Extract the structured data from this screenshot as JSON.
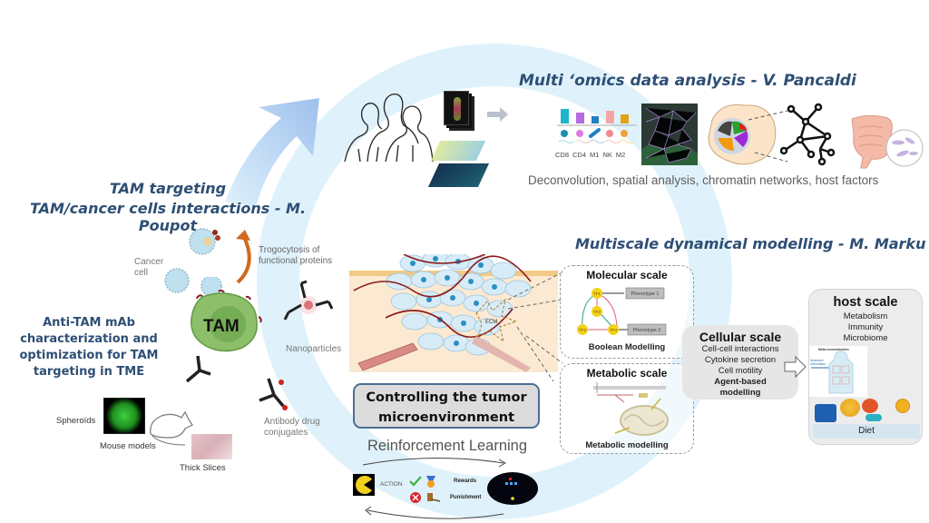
{
  "colors": {
    "title": "#2e4f74",
    "arc": "#dff2fb",
    "arrow": "#a8c7ee",
    "tam_green": "#7fb25a",
    "box_gray": "#e6e6e6"
  },
  "omics": {
    "title": "Multi ‘omics data analysis - V. Pancaldi",
    "cell_types": [
      "CD8",
      "CD4",
      "M1",
      "NK",
      "M2"
    ],
    "caption": "Deconvolution, spatial analysis, chromatin networks, host factors"
  },
  "tam": {
    "title_line1": "TAM targeting",
    "title_line2": "TAM/cancer cells interactions - M. Poupot",
    "trogocytosis": "Trogocytosis of functional proteins",
    "cancer_cell": "Cancer cell",
    "tam_label": "TAM",
    "nanoparticles": "Nanoparticles",
    "adc": "Antibody drug conjugates",
    "mab_heading": [
      "Anti-TAM mAb",
      "characterization and",
      "optimization for TAM",
      "targeting in TME"
    ],
    "spheroids": "Spheroïds",
    "mouse_models": "Mouse models",
    "thick_slices": "Thick Slices"
  },
  "modelling": {
    "title": "Multiscale dynamical modelling - M. Marku",
    "molecular": {
      "title": "Molecular scale",
      "nodes": [
        "TF1",
        "TF2",
        "TF3",
        "TF4"
      ],
      "phenotypes": [
        "Phenotype 1",
        "Phenotype 2"
      ],
      "caption": "Boolean Modelling"
    },
    "metabolic": {
      "title": "Metabolic scale",
      "caption": "Metabolic modelling"
    },
    "ecm": "ECM",
    "cellular": {
      "title": "Cellular scale",
      "items": [
        "Cell-cell interactions",
        "Cytokine secretion",
        "Cell motility"
      ],
      "bold": [
        "Agent-based",
        "modelling"
      ]
    },
    "host": {
      "title": "host scale",
      "items": [
        "Metabolism",
        "Immunity",
        "Microbiome"
      ],
      "meta": "Meta-reconstruction",
      "anatomic": "Anatomic information",
      "diet": "Diet"
    }
  },
  "control": {
    "box": [
      "Controlling the tumor",
      "microenvironment"
    ],
    "rl": "Reinforcement Learning",
    "action": "ACTION",
    "rewards": "Rewards",
    "punishment": "Punishment"
  }
}
